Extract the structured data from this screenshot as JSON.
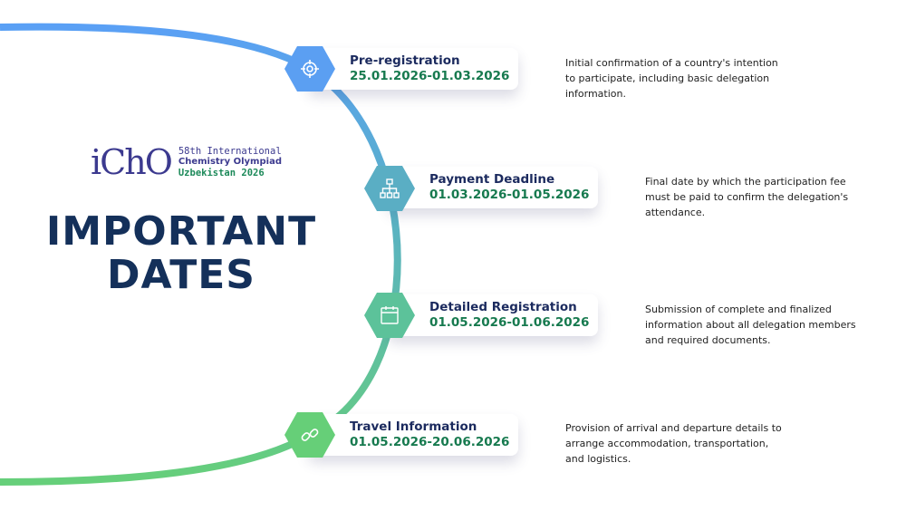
{
  "logo": {
    "mark": "iChO",
    "line1": "58th International",
    "line2": "Chemistry Olympiad",
    "line3": "Uzbekistan 2026"
  },
  "title": {
    "line1": "IMPORTANT",
    "line2": "DATES"
  },
  "colors": {
    "arc_start": "#5aa0f5",
    "arc_end": "#66cf7a",
    "title": "#14305a",
    "date": "#177a4f"
  },
  "steps": [
    {
      "title": "Pre-registration",
      "dates": "25.01.2026-01.03.2026",
      "icon": "target-icon",
      "color": "#5b9ff2",
      "description": "Initial confirmation of a country's intention to participate, including basic delegation information."
    },
    {
      "title": "Payment Deadline",
      "dates": "01.03.2026-01.05.2026",
      "icon": "sitemap-icon",
      "color": "#5aaec4",
      "description": "Final date by which the participation fee must be paid to confirm the delegation's attendance."
    },
    {
      "title": "Detailed Registration",
      "dates": "01.05.2026-01.06.2026",
      "icon": "calendar-icon",
      "color": "#5cc29a",
      "description": "Submission of complete and finalized information about all delegation members and required documents."
    },
    {
      "title": "Travel Information",
      "dates": "01.05.2026-20.06.2026",
      "icon": "link-icon",
      "color": "#66cf78",
      "description": "Provision of arrival and departure details to arrange accommodation, transportation, and logistics."
    }
  ]
}
